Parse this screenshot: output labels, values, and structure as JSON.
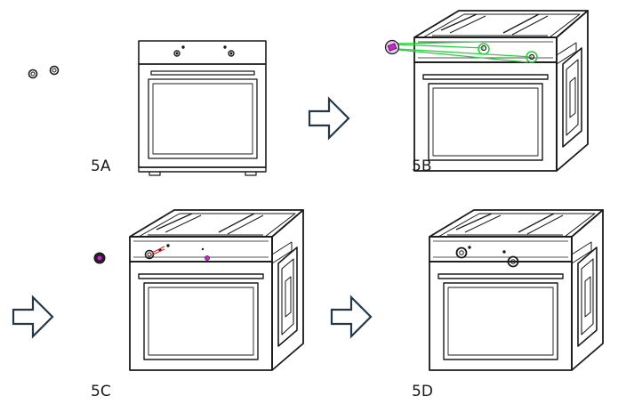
{
  "steps": [
    {
      "label": "5A"
    },
    {
      "label": "5B"
    },
    {
      "label": "5C"
    },
    {
      "label": "5D"
    }
  ],
  "icons": {
    "knob_parts": "two-small-knob-rings-icon",
    "knob_part": "knob-part-icon",
    "arrow": "hollow-right-arrow-icon"
  },
  "colors": {
    "line": "#1a1a1a",
    "arrow": "#23394a",
    "guide_green": "#2ecc40",
    "part_magenta": "#cc22cc",
    "guide_red": "#e0302a",
    "background": "#ffffff"
  }
}
